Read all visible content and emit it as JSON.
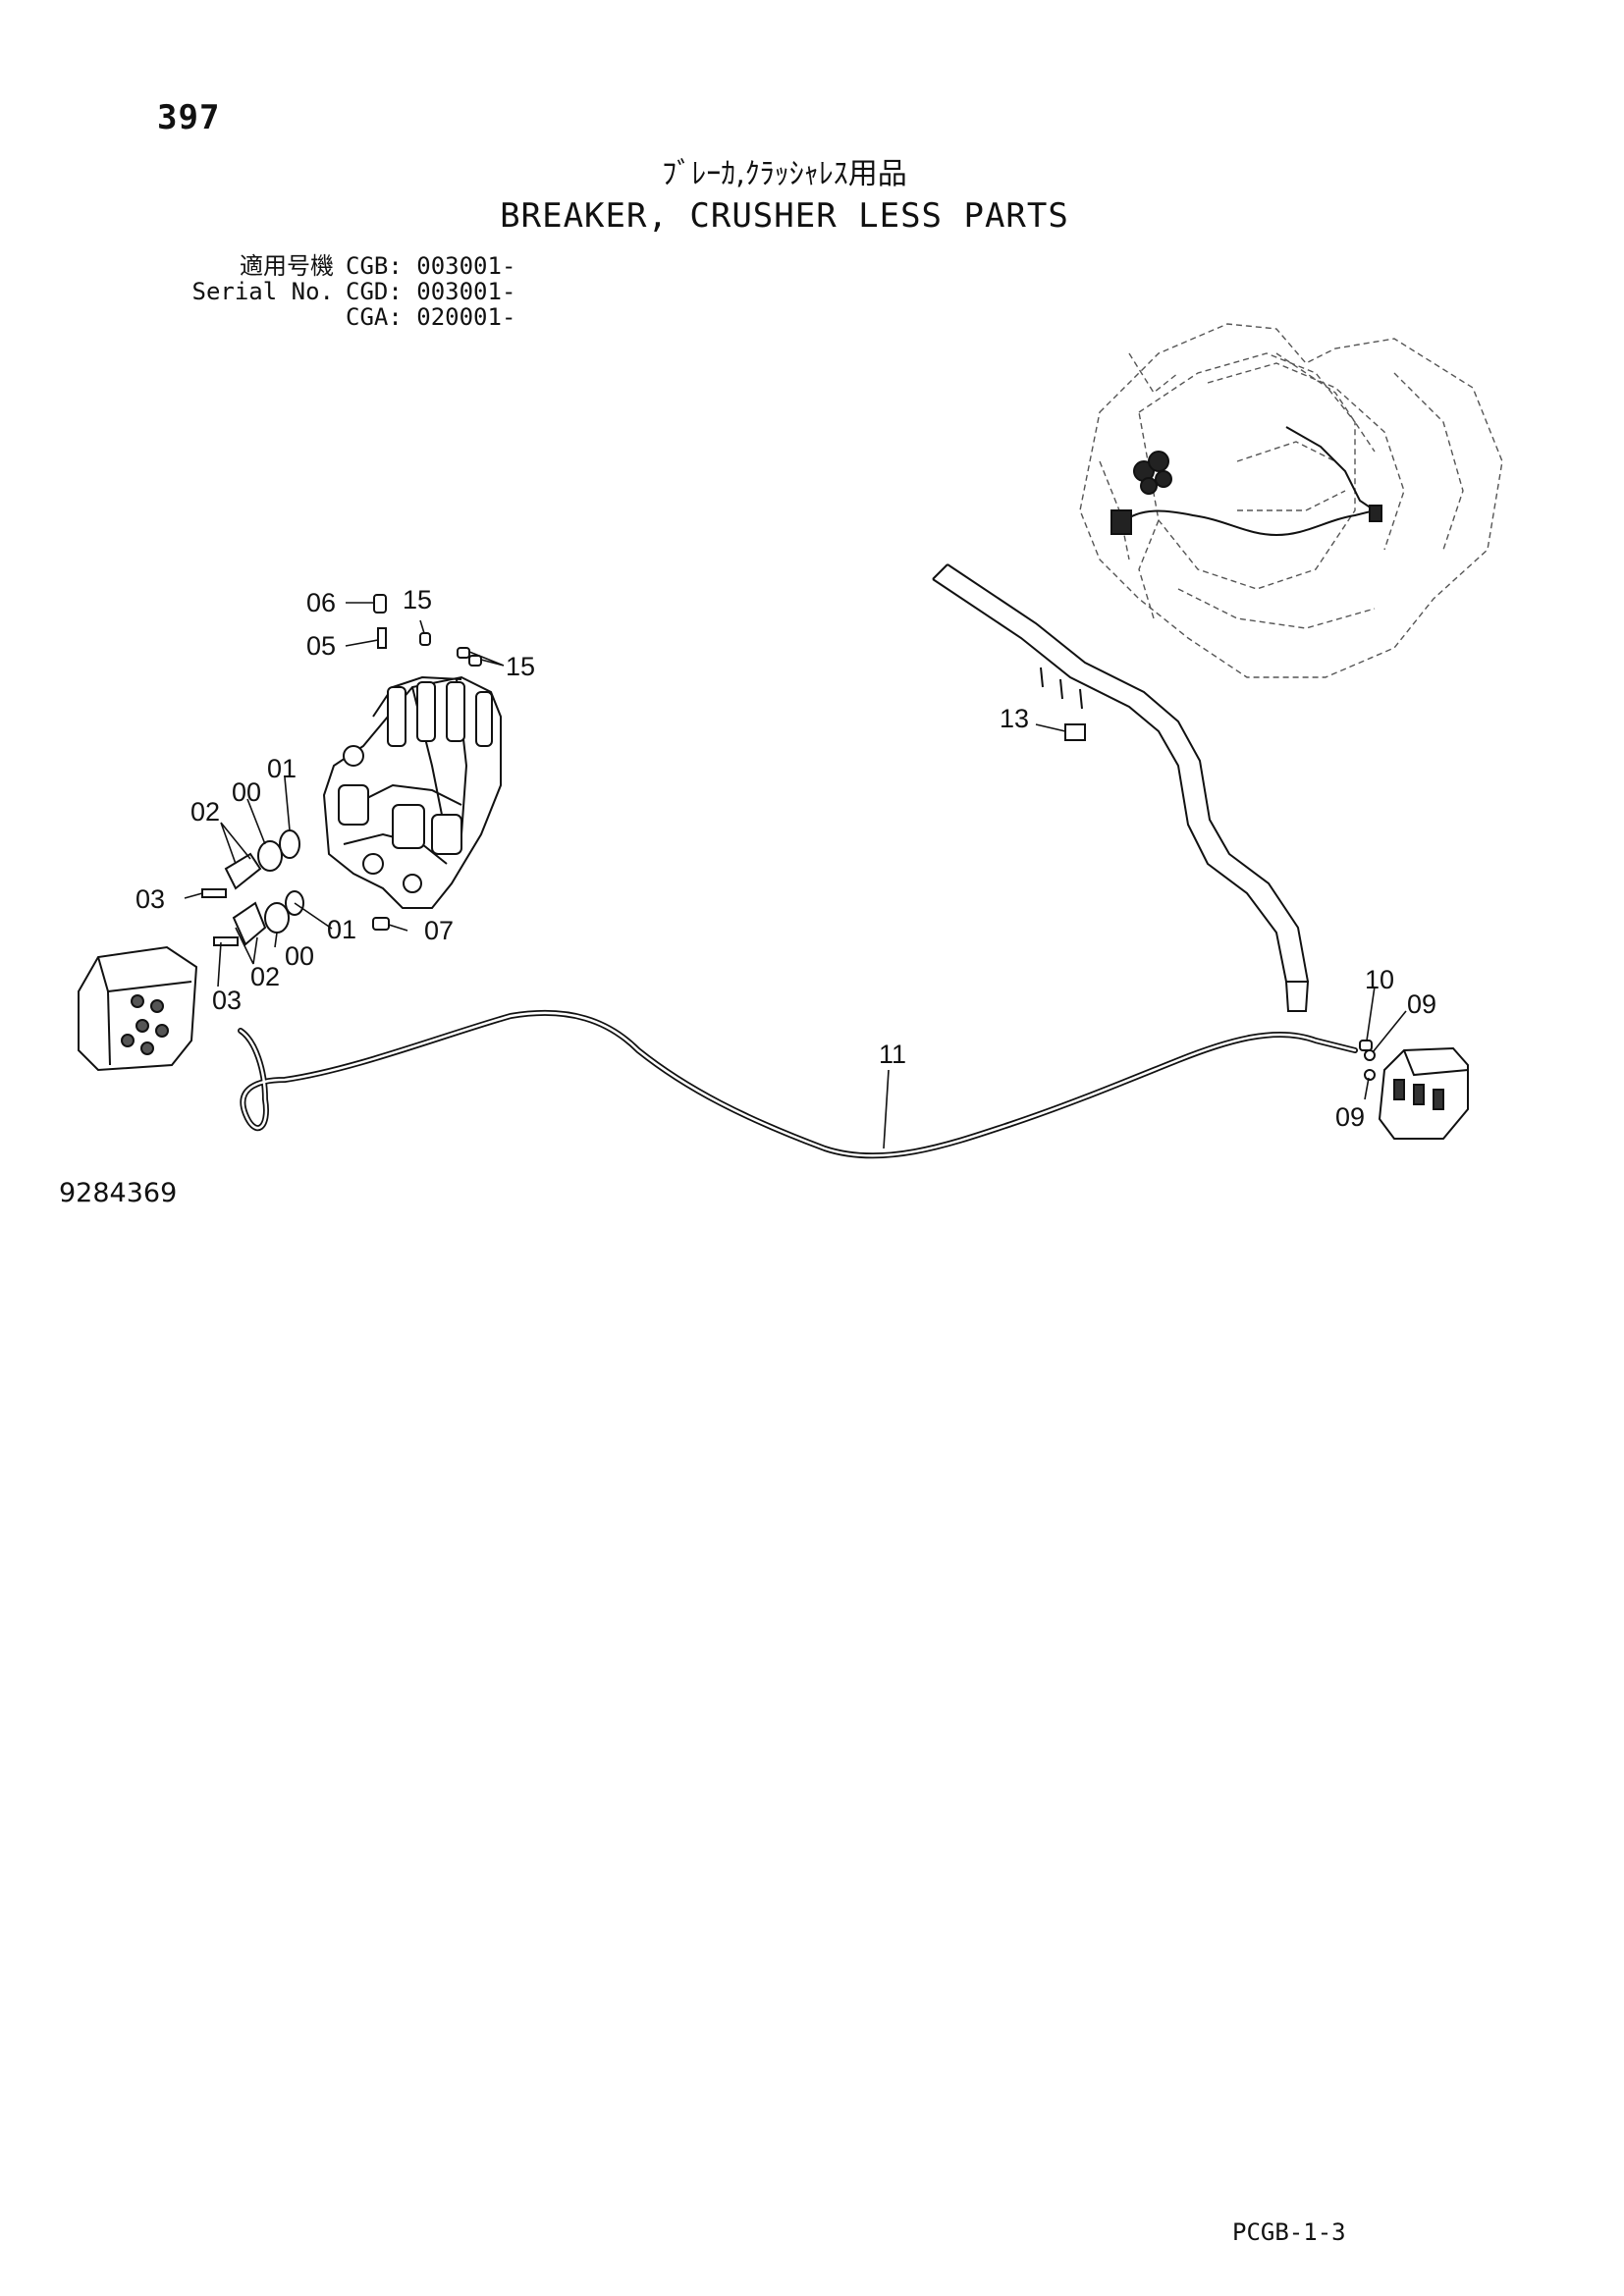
{
  "header": {
    "page_number": "397",
    "title_ja": "ﾌﾞﾚｰｶ,ｸﾗｯｼｬﾚｽ用品",
    "title_en": "BREAKER, CRUSHER LESS PARTS"
  },
  "serial": {
    "label_ja": "適用号機",
    "label_en": "Serial No.",
    "values": [
      "CGB: 003001-",
      "CGD: 003001-",
      "CGA: 020001-"
    ]
  },
  "callouts": [
    {
      "id": "c06",
      "label": "06"
    },
    {
      "id": "c15a",
      "label": "15"
    },
    {
      "id": "c05",
      "label": "05"
    },
    {
      "id": "c15b",
      "label": "15"
    },
    {
      "id": "c01a",
      "label": "01"
    },
    {
      "id": "c02a",
      "label": "02"
    },
    {
      "id": "c00a",
      "label": "00"
    },
    {
      "id": "c03a",
      "label": "03"
    },
    {
      "id": "c01b",
      "label": "01"
    },
    {
      "id": "c07",
      "label": "07"
    },
    {
      "id": "c02b",
      "label": "02"
    },
    {
      "id": "c00b",
      "label": "00"
    },
    {
      "id": "c03b",
      "label": "03"
    },
    {
      "id": "c13",
      "label": "13"
    },
    {
      "id": "c10",
      "label": "10"
    },
    {
      "id": "c09a",
      "label": "09"
    },
    {
      "id": "c11",
      "label": "11"
    },
    {
      "id": "c09b",
      "label": "09"
    }
  ],
  "drawing_number": "9284369",
  "footer": {
    "code": "PCGB-1-3"
  }
}
